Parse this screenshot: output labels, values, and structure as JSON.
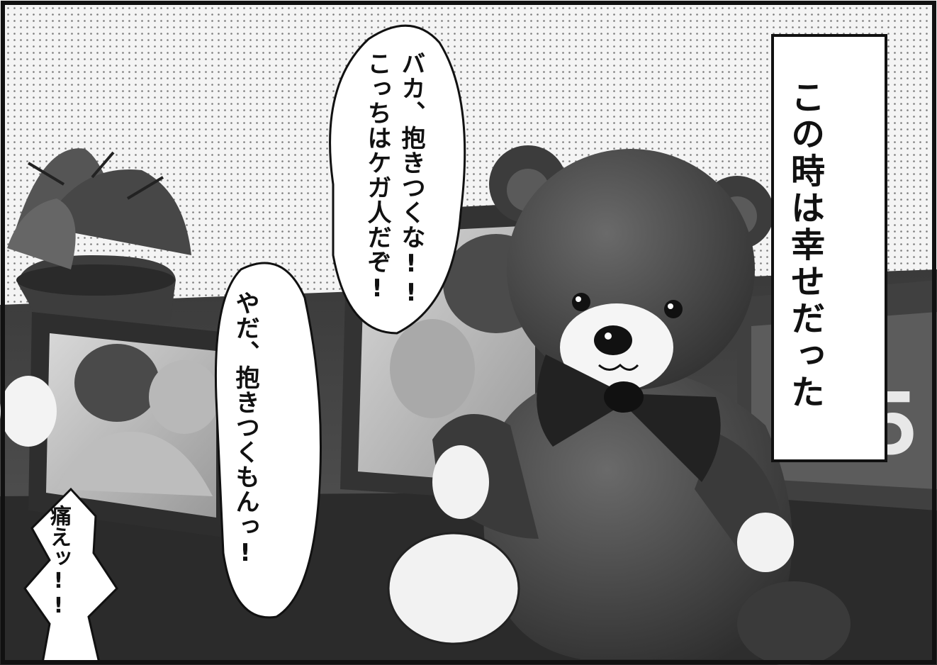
{
  "narration": {
    "text": "この時は幸せだった"
  },
  "speech_bubbles": [
    {
      "text": "バカ、抱きつくな!!\nこっちはケガ人だぞ!"
    },
    {
      "text": "やだ、抱きつくもんっ!"
    },
    {
      "text": "痛えッ!!"
    }
  ],
  "colors": {
    "ink": "#111111",
    "paper": "#ffffff",
    "bear": "#474747",
    "screentone": "#e2e2e2"
  }
}
